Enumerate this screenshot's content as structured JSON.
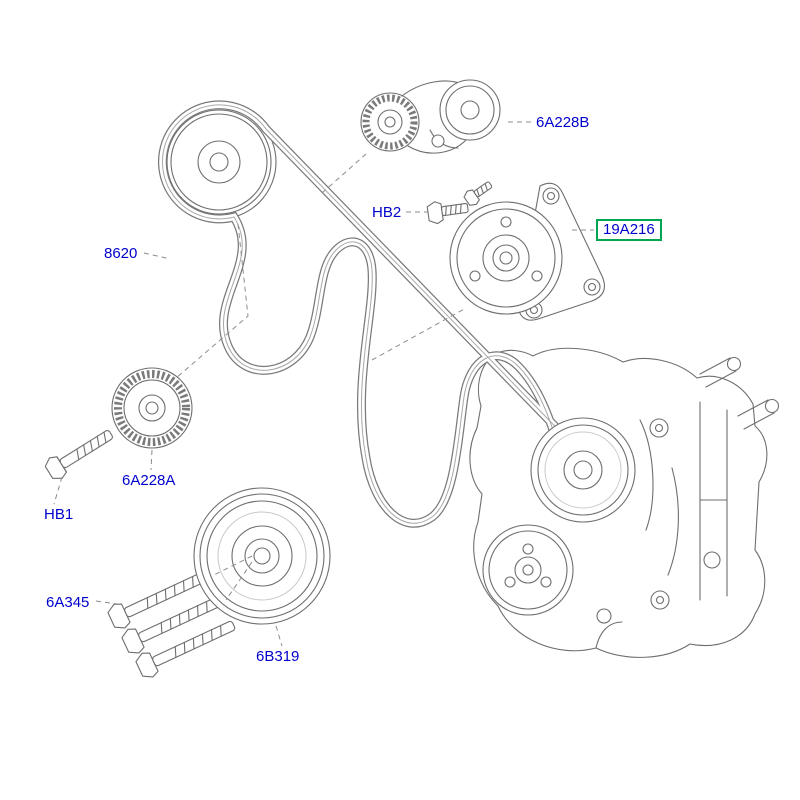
{
  "diagram": {
    "colors": {
      "label_text": "#0000cc",
      "highlight_box": "#00a651",
      "line_art": "#6e6e6e",
      "background": "#ffffff"
    },
    "labels": [
      {
        "text": "8620",
        "highlighted": false
      },
      {
        "text": "6A228B",
        "highlighted": false
      },
      {
        "text": "HB2",
        "highlighted": false
      },
      {
        "text": "19A216",
        "highlighted": true
      },
      {
        "text": "6A228A",
        "highlighted": false
      },
      {
        "text": "HB1",
        "highlighted": false
      },
      {
        "text": "6A345",
        "highlighted": false
      },
      {
        "text": "6B319",
        "highlighted": false
      }
    ]
  }
}
